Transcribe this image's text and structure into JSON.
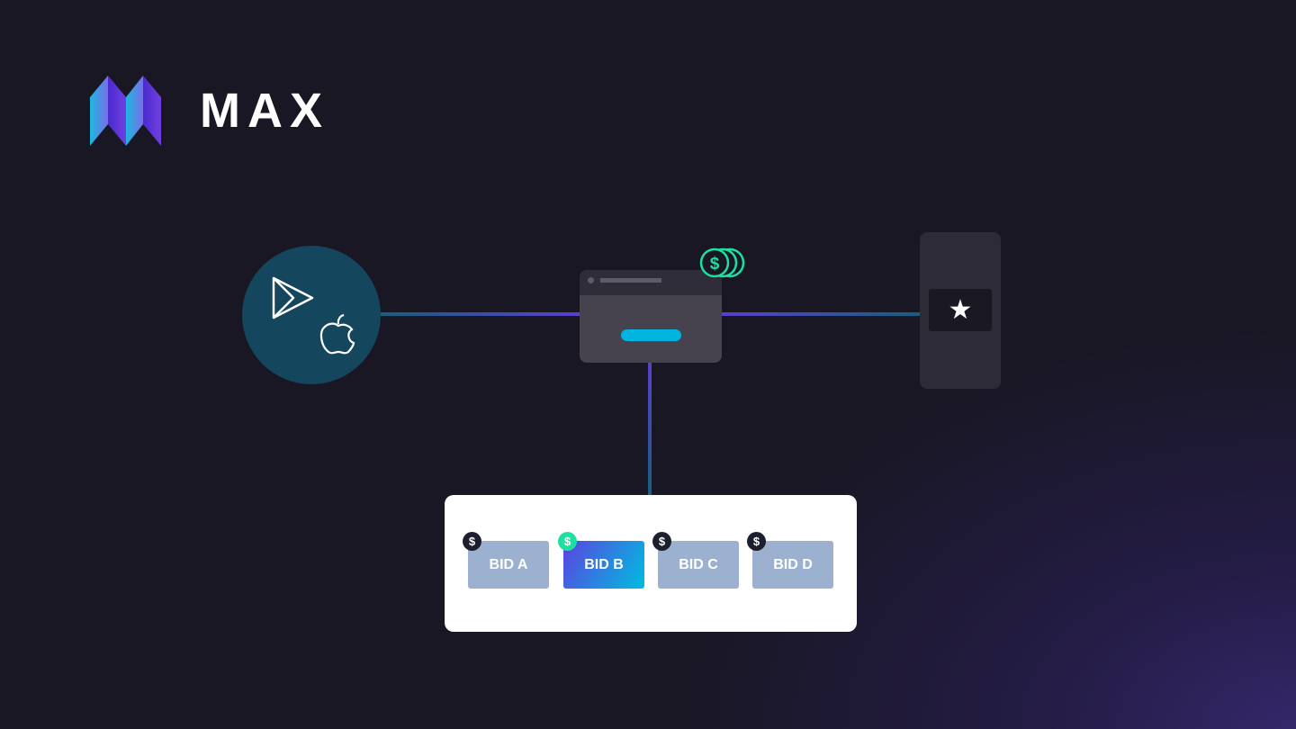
{
  "brand": {
    "name": "MAX"
  },
  "diagram": {
    "sources": [
      "google-play-icon",
      "apple-icon"
    ],
    "bids": [
      {
        "label": "BID A",
        "winner": false
      },
      {
        "label": "BID B",
        "winner": true
      },
      {
        "label": "BID C",
        "winner": false
      },
      {
        "label": "BID D",
        "winner": false
      }
    ],
    "badge_symbol": "$",
    "colors": {
      "accent": "#00b4e0",
      "money": "#1de0a0",
      "line_purple": "#5b3fd0",
      "line_teal": "#14607e"
    }
  }
}
